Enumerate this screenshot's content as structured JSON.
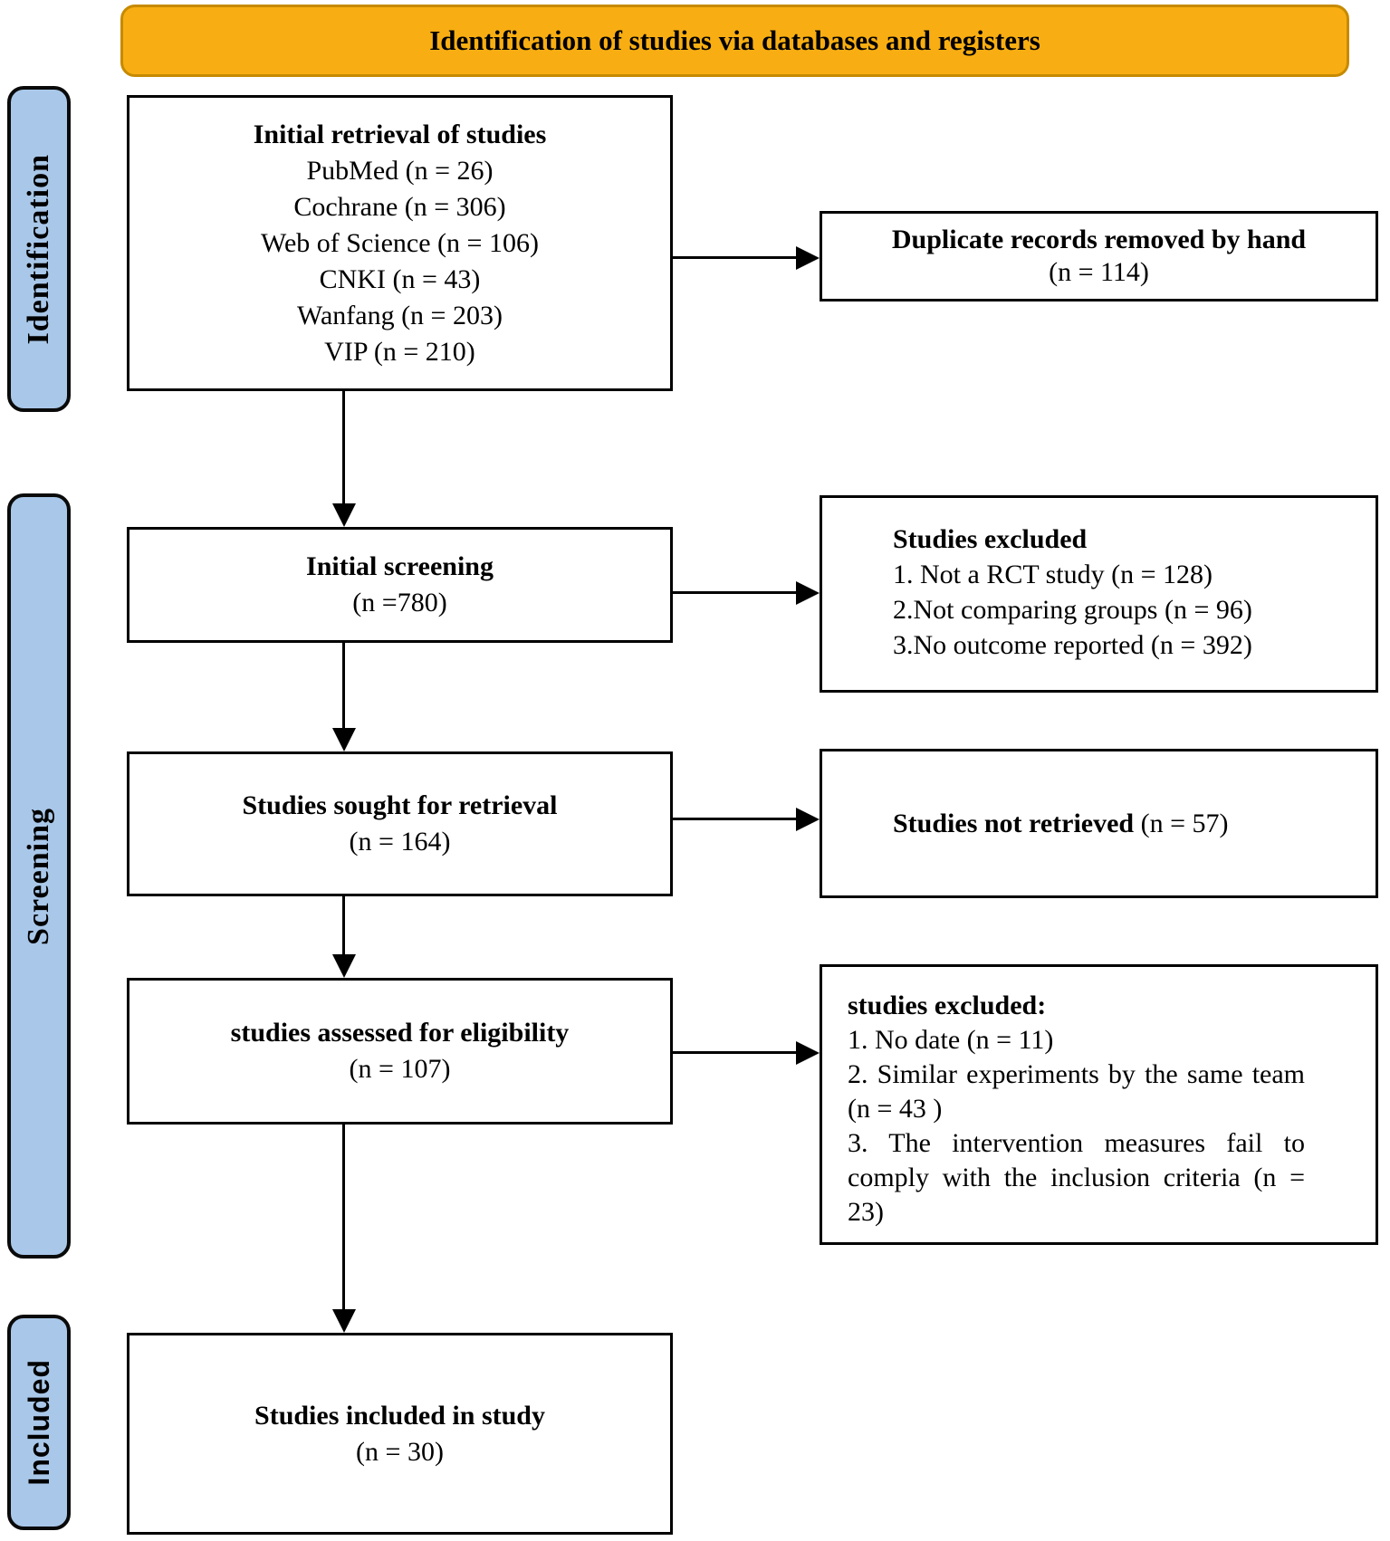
{
  "banner": {
    "title": "Identification of studies via databases and registers"
  },
  "side_labels": {
    "identification": "Identification",
    "screening": "Screening",
    "included": "Included"
  },
  "main_flow": {
    "initial_retrieval": {
      "title": "Initial retrieval of studies",
      "lines": [
        "PubMed (n = 26)",
        "Cochrane (n = 306)",
        "Web of Science (n = 106)",
        "CNKI (n = 43)",
        "Wanfang (n = 203)",
        "VIP (n = 210)"
      ]
    },
    "initial_screening": {
      "title": "Initial screening",
      "count": "(n =780)"
    },
    "sought_for_retrieval": {
      "title": "Studies sought for retrieval",
      "count": "(n = 164)"
    },
    "assessed_for_eligibility": {
      "title": "studies assessed for eligibility",
      "count": "(n = 107)"
    },
    "included_in_study": {
      "title": "Studies included in study",
      "count": "(n = 30)"
    }
  },
  "exclusion_boxes": {
    "duplicates_removed": {
      "title": "Duplicate records removed by hand",
      "count": "(n = 114)"
    },
    "studies_excluded_screening": {
      "title": "Studies excluded",
      "items": [
        "1. Not a RCT study (n = 128)",
        "2.Not comparing groups (n = 96)",
        "3.No outcome reported (n = 392)"
      ]
    },
    "not_retrieved": {
      "title": "Studies not retrieved",
      "count": "(n = 57)"
    },
    "studies_excluded_eligibility": {
      "title": "studies excluded:",
      "items": [
        "1. No date (n = 11)",
        "2. Similar experiments by the same team (n = 43 )",
        "3. The intervention measures fail to comply with the inclusion criteria (n = 23)"
      ]
    }
  },
  "colors": {
    "banner_bg": "#F8AE12",
    "banner_border": "#C68A00",
    "side_label_bg": "#A9C7E8",
    "box_border": "#000000"
  }
}
